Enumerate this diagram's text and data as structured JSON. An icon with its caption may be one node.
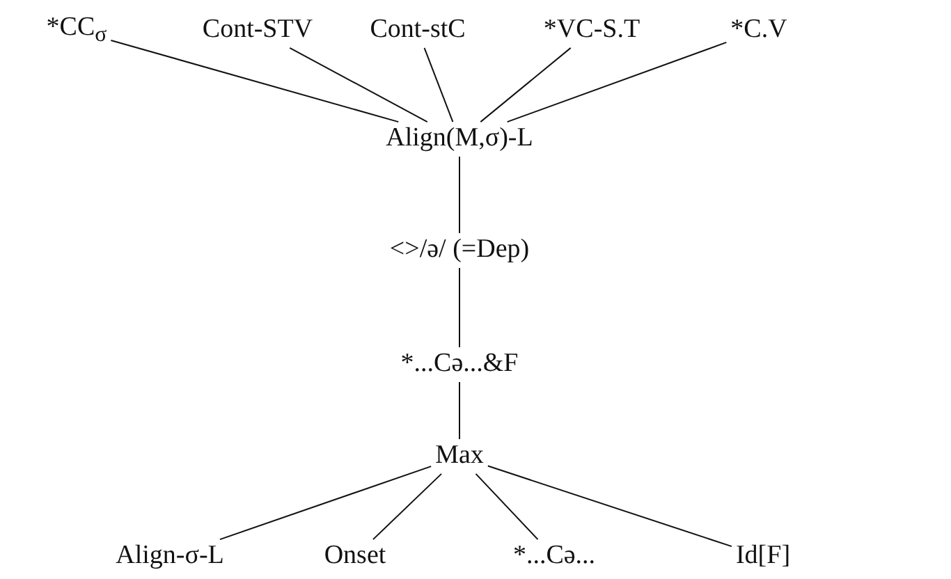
{
  "diagram": {
    "nodes": [
      {
        "text": [
          "*CC$_{σ}$"
        ]
      },
      {
        "text": [
          "Cont-STV"
        ]
      },
      {
        "text": [
          "Cont-stC"
        ]
      },
      {
        "text": [
          "*VC-S.T"
        ]
      },
      {
        "text": [
          "*C.V"
        ]
      },
      {
        "text": [
          "Align(M,σ)-L"
        ]
      },
      {
        "text": [
          "<>/ə/ (=Dep)"
        ]
      },
      {
        "text": [
          "*...Cə...&F"
        ]
      },
      {
        "text": [
          "Max"
        ]
      },
      {
        "text": [
          "Align-σ-L"
        ]
      },
      {
        "text": [
          "Onset"
        ]
      },
      {
        "text": [
          "*...Cə..."
        ]
      },
      {
        "text": [
          "Id[F]"
        ]
      }
    ],
    "edges": [
      {
        "from": 0,
        "to": 5,
        "arrow": "none"
      },
      {
        "from": 1,
        "to": 5,
        "arrow": "none"
      },
      {
        "from": 2,
        "to": 5,
        "arrow": "none"
      },
      {
        "from": 3,
        "to": 5,
        "arrow": "none"
      },
      {
        "from": 4,
        "to": 5,
        "arrow": "none"
      },
      {
        "from": 5,
        "to": 6,
        "arrow": "none"
      },
      {
        "from": 6,
        "to": 7,
        "arrow": "none"
      },
      {
        "from": 7,
        "to": 8,
        "arrow": "none"
      },
      {
        "from": 8,
        "to": 9,
        "arrow": "none"
      },
      {
        "from": 8,
        "to": 10,
        "arrow": "none"
      },
      {
        "from": 8,
        "to": 11,
        "arrow": "none"
      },
      {
        "from": 8,
        "to": 12,
        "arrow": "none"
      }
    ]
  }
}
